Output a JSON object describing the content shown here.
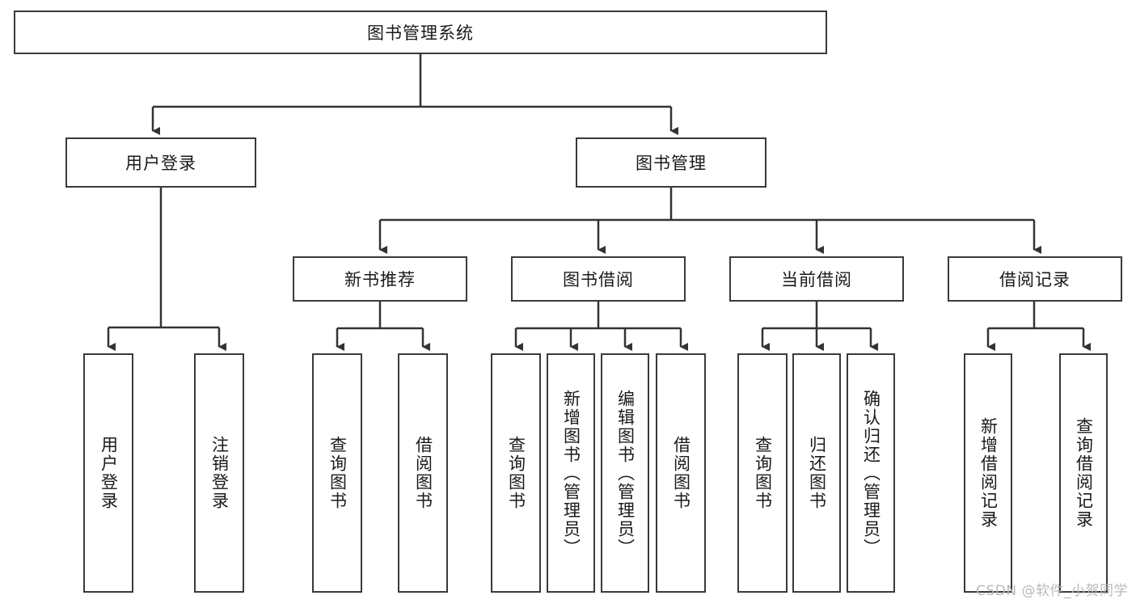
{
  "diagram": {
    "title": "图书管理系统",
    "type": "hierarchy-tree",
    "watermark": "CSDN @软件_小贺同学",
    "colors": {
      "box_border": "#3a3a3a",
      "box_fill": "#ffffff",
      "edge": "#333333",
      "text": "#1a1a1a",
      "watermark": "#b9b9b9"
    },
    "root": {
      "id": "root",
      "label": "图书管理系统"
    },
    "level2": [
      {
        "id": "user-login",
        "label": "用户登录"
      },
      {
        "id": "book-manage",
        "label": "图书管理"
      }
    ],
    "level3": [
      {
        "id": "new-book-recommend",
        "label": "新书推荐"
      },
      {
        "id": "book-borrow",
        "label": "图书借阅"
      },
      {
        "id": "current-borrow",
        "label": "当前借阅"
      },
      {
        "id": "borrow-record",
        "label": "借阅记录"
      }
    ],
    "leaves": [
      {
        "id": "leaf-user-login",
        "label": "用户登录",
        "parent": "user-login"
      },
      {
        "id": "leaf-logout",
        "label": "注销登录",
        "parent": "user-login"
      },
      {
        "id": "leaf-query-book-1",
        "label": "查询图书",
        "parent": "new-book-recommend"
      },
      {
        "id": "leaf-borrow-book-1",
        "label": "借阅图书",
        "parent": "new-book-recommend"
      },
      {
        "id": "leaf-query-book-2",
        "label": "查询图书",
        "parent": "book-borrow"
      },
      {
        "id": "leaf-add-book",
        "label": "新增图书（管理员）",
        "parent": "book-borrow"
      },
      {
        "id": "leaf-edit-book",
        "label": "编辑图书（管理员）",
        "parent": "book-borrow"
      },
      {
        "id": "leaf-borrow-book-2",
        "label": "借阅图书",
        "parent": "book-borrow"
      },
      {
        "id": "leaf-query-book-3",
        "label": "查询图书",
        "parent": "current-borrow"
      },
      {
        "id": "leaf-return-book",
        "label": "归还图书",
        "parent": "current-borrow"
      },
      {
        "id": "leaf-confirm-return",
        "label": "确认归还（管理员）",
        "parent": "current-borrow"
      },
      {
        "id": "leaf-add-record",
        "label": "新增借阅记录",
        "parent": "borrow-record"
      },
      {
        "id": "leaf-query-record",
        "label": "查询借阅记录",
        "parent": "borrow-record"
      }
    ]
  }
}
